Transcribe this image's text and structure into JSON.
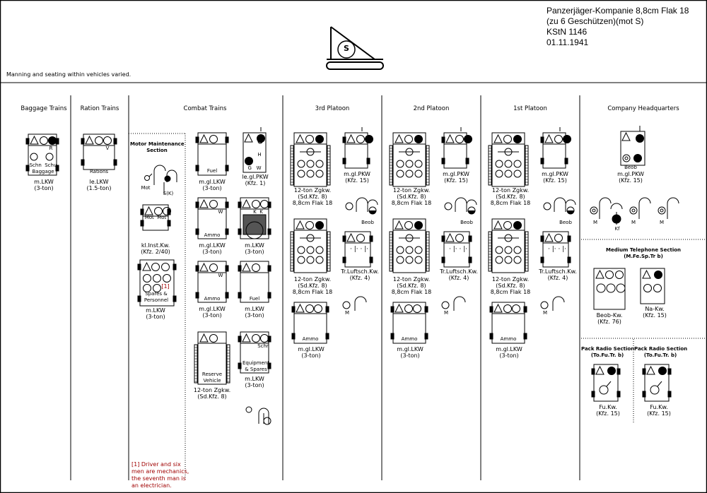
{
  "title": {
    "line1": "Panzerjäger-Kompanie 8,8cm Flak 18",
    "line2": "(zu 6 Geschützen)(mot S)",
    "line3": "KStN 1146",
    "line4": "01.11.1941"
  },
  "note": "Manning and seating within vehicles varied.",
  "emblem": {
    "letter": "S"
  },
  "sections": {
    "baggage": "Baggage Trains",
    "ration": "Ration Trains",
    "combat": "Combat Trains",
    "p3": "3rd Platoon",
    "p2": "2nd Platoon",
    "p1": "1st Platoon",
    "hq": "Company Headquarters",
    "motor": "Motor Maintenance\nSection",
    "phone": "Medium Telephone Section\n(M.Fe.Sp.Tr b)",
    "radio1": "Pack Radio Section\n(To.Fu.Tr. b)",
    "radio2": "Pack Radio Section\n(To.Fu.Tr. b)"
  },
  "vehicles": {
    "baggage": {
      "inner": "Schn  Schu\nBaggage",
      "mark": "R",
      "cap": "m.LKW\n(3-ton)"
    },
    "ration": {
      "inner": "Rations",
      "mark": "V",
      "cap": "le.LKW\n(1.5-ton)"
    },
    "motor_pers": {
      "m1": "Mot",
      "m2": "S(K)"
    },
    "kinst": {
      "inner": "Mot  Mot",
      "cap": "kl.Inst.Kw.\n(Kfz. 2/40)"
    },
    "spares": {
      "ref": "[1]",
      "inner": "Spares &\nPersonnel",
      "cap": "m.LKW\n(3-ton)"
    },
    "fuel1": {
      "inner": "Fuel",
      "cap": "m.gl.LKW\n(3-ton)"
    },
    "ammo1": {
      "inner": "Ammo",
      "mark": "W",
      "cap": "m.gl.LKW\n(3-ton)"
    },
    "ammo2": {
      "inner": "Ammo",
      "mark": "W",
      "cap": "m.gl.LKW\n(3-ton)"
    },
    "reserve": {
      "inner": "Reserve\nVehicle",
      "cap": "12-ton Zgkw.\n(Sd.Kfz. 8)"
    },
    "lepkw": {
      "marks": "G   W",
      "h": "H",
      "cap": "le.gl.PKW\n(Kfz. 1)"
    },
    "kk": {
      "k": "K  K",
      "cap": "m.LKW\n(3-ton)"
    },
    "fuel2": {
      "inner": "Fuel",
      "cap": "m.LKW\n(3-ton)"
    },
    "equip": {
      "inner": "Equipment\n& Spares",
      "mark": "Schr",
      "cap": "m.LKW\n(3-ton)"
    }
  },
  "platoon": {
    "zgkw_cap": "12-ton Zgkw.\n(Sd.Kfz. 8)\n8,8cm Flak 18",
    "pkw_cap": "m.gl.PKW\n(Kfz. 15)",
    "beob": "Beob",
    "trl_cap": "Tr.Luftsch.Kw.\n(Kfz. 4)",
    "m": "M",
    "ammo": "Ammo",
    "lkw_cap": "m.gl.LKW\n(3-ton)"
  },
  "hq": {
    "pkw_beob": "Beob",
    "pkw_cap": "m.gl.PKW\n(Kfz. 15)",
    "m": "M",
    "kf": "Kf",
    "beobkw_cap": "Beob-Kw.\n(Kfz. 76)",
    "nakw_cap": "Na-Kw.\n(Kfz. 15)",
    "fukw_cap": "Fu.Kw.\n(Kfz. 15)"
  },
  "footnote": "[1] Driver and six\nmen are mechanics,\nthe seventh man is\nan electrician."
}
